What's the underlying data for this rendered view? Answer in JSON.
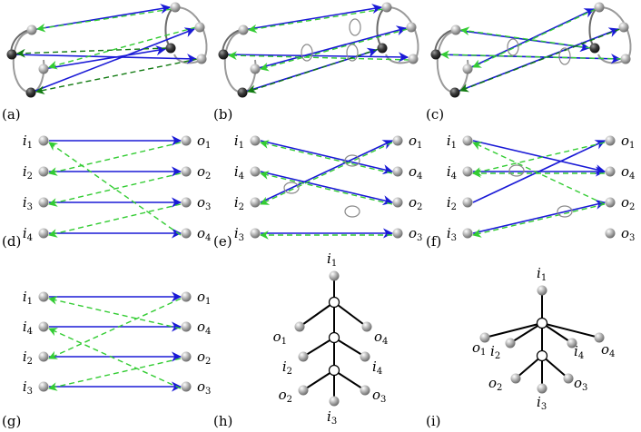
{
  "colors": {
    "blue": "#1a1ad6",
    "green": "#33cc33",
    "darkgreen": "#117a11",
    "node": "#9a9a9a",
    "node_dark": "#3a3a3a",
    "ring": "#8a8a8a"
  },
  "panel_labels": [
    "(a)",
    "(b)",
    "(c)",
    "(d)",
    "(e)",
    "(f)",
    "(g)",
    "(h)",
    "(i)"
  ],
  "node_labels": {
    "i1": {
      "base": "i",
      "sub": "1"
    },
    "i2": {
      "base": "i",
      "sub": "2"
    },
    "i3": {
      "base": "i",
      "sub": "3"
    },
    "i4": {
      "base": "i",
      "sub": "4"
    },
    "o1": {
      "base": "o",
      "sub": "1"
    },
    "o2": {
      "base": "o",
      "sub": "2"
    },
    "o3": {
      "base": "o",
      "sub": "3"
    },
    "o4": {
      "base": "o",
      "sub": "4"
    }
  },
  "bipartite_panels": {
    "d": {
      "left": [
        "i1",
        "i2",
        "i3",
        "i4"
      ],
      "right": [
        "o1",
        "o2",
        "o3",
        "o4"
      ],
      "blue": [
        [
          0,
          0
        ],
        [
          1,
          1
        ],
        [
          2,
          2
        ],
        [
          3,
          3
        ]
      ],
      "green": [
        [
          3,
          2
        ],
        [
          2,
          1
        ],
        [
          1,
          0
        ],
        [
          0,
          3
        ]
      ]
    },
    "e": {
      "left": [
        "i1",
        "i4",
        "i2",
        "i3"
      ],
      "right": [
        "o1",
        "o4",
        "o2",
        "o3"
      ],
      "blue": [
        [
          0,
          1
        ],
        [
          1,
          2
        ],
        [
          2,
          0
        ],
        [
          3,
          3
        ]
      ],
      "green": [
        [
          0,
          1
        ],
        [
          1,
          2
        ],
        [
          2,
          0
        ],
        [
          3,
          3
        ]
      ]
    },
    "f": {
      "left": [
        "i1",
        "i4",
        "i2",
        "i3"
      ],
      "right": [
        "o1",
        "o4",
        "o2",
        "o3"
      ],
      "blue": [
        [
          0,
          1
        ],
        [
          1,
          1
        ],
        [
          2,
          0
        ],
        [
          3,
          2
        ]
      ],
      "green": [
        [
          1,
          0
        ],
        [
          1,
          1
        ],
        [
          0,
          2
        ],
        [
          3,
          2
        ]
      ]
    },
    "g": {
      "left": [
        "i1",
        "i4",
        "i2",
        "i3"
      ],
      "right": [
        "o1",
        "o4",
        "o2",
        "o3"
      ],
      "blue": [
        [
          0,
          0
        ],
        [
          1,
          1
        ],
        [
          2,
          2
        ],
        [
          3,
          3
        ]
      ],
      "green": [
        [
          0,
          1
        ],
        [
          1,
          3
        ],
        [
          2,
          0
        ],
        [
          3,
          2
        ]
      ]
    }
  },
  "tree_panels": {
    "h": [
      "i1",
      "o1",
      "o4",
      "i2",
      "i4",
      "o2",
      "o3",
      "i3"
    ],
    "i": [
      "i1",
      "o1",
      "i2",
      "i4",
      "o4",
      "o2",
      "o3",
      "i3"
    ]
  }
}
